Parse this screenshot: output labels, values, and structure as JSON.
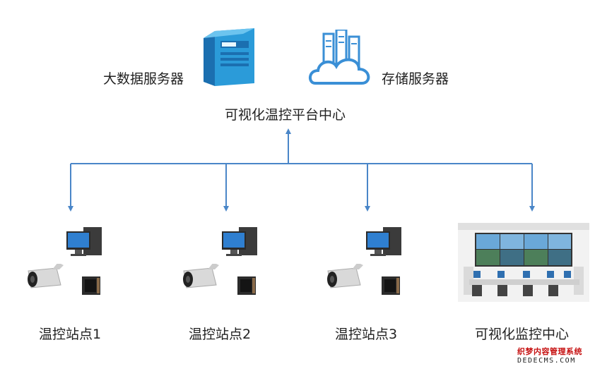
{
  "top": {
    "big_data_server": {
      "label": "大数据服务器",
      "icon": "server-tower-icon"
    },
    "storage_server": {
      "label": "存储服务器",
      "icon": "cloud-storage-icon"
    },
    "platform_center": {
      "label": "可视化温控平台中心"
    }
  },
  "stations": [
    {
      "label": "温控站点1",
      "icons": [
        "pc-monitor-icon",
        "bullet-camera-icon",
        "thermal-box-icon"
      ]
    },
    {
      "label": "温控站点2",
      "icons": [
        "pc-monitor-icon",
        "bullet-camera-icon",
        "thermal-box-icon"
      ]
    },
    {
      "label": "温控站点3",
      "icons": [
        "pc-monitor-icon",
        "bullet-camera-icon",
        "thermal-box-icon"
      ]
    }
  ],
  "monitor_center": {
    "label": "可视化监控中心",
    "icon": "control-room-icon"
  },
  "colors": {
    "line": "#4a86c8",
    "server_blue": "#2b9bd9",
    "cloud_blue": "#3a8fd6"
  },
  "watermark": {
    "line1": "织梦内容管理系统",
    "line2": "DEDECMS.COM"
  }
}
